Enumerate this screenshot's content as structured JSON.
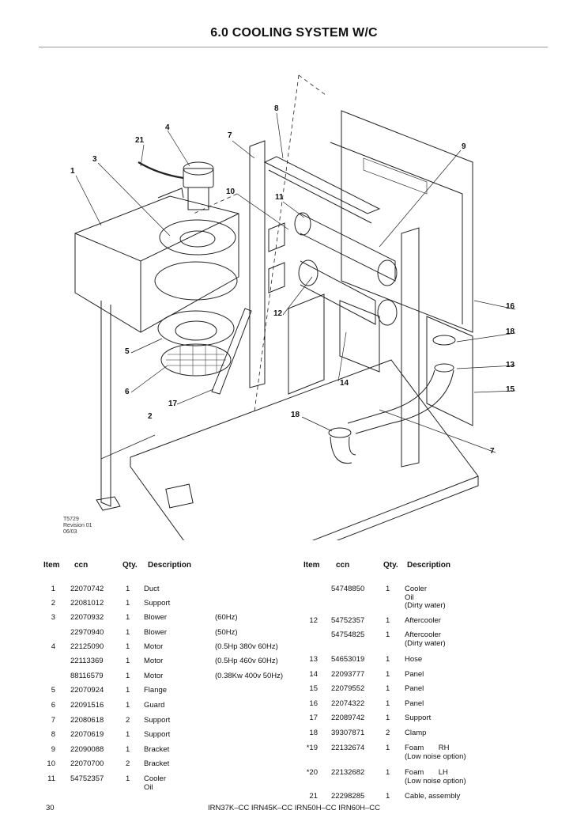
{
  "page": {
    "title": "6.0 COOLING SYSTEM W/C",
    "page_number": "30",
    "models": "IRN37K–CC   IRN45K–CC  IRN50H–CC  IRN60H–CC"
  },
  "diagram": {
    "ref_code": "T5729",
    "revision": "Revision 01",
    "date": "06/03",
    "callouts": [
      "1",
      "2",
      "3",
      "4",
      "5",
      "6",
      "7",
      "7",
      "8",
      "9",
      "10",
      "11",
      "12",
      "13",
      "14",
      "15",
      "16",
      "17",
      "18",
      "18",
      "21"
    ]
  },
  "table": {
    "headers": {
      "item": "Item",
      "ccn": "ccn",
      "qty": "Qty.",
      "description": "Description"
    },
    "left_rows": [
      {
        "item": "1",
        "ccn": "22070742",
        "qty": "1",
        "description": "Duct",
        "note": ""
      },
      {
        "item": "2",
        "ccn": "22081012",
        "qty": "1",
        "description": "Support",
        "note": ""
      },
      {
        "item": "3",
        "ccn": "22070932",
        "qty": "1",
        "description": "Blower",
        "note": "(60Hz)"
      },
      {
        "item": "",
        "ccn": "22970940",
        "qty": "1",
        "description": "Blower",
        "note": "(50Hz)"
      },
      {
        "item": "4",
        "ccn": "22125090",
        "qty": "1",
        "description": "Motor",
        "note": "(0.5Hp 380v 60Hz)"
      },
      {
        "item": "",
        "ccn": "22113369",
        "qty": "1",
        "description": "Motor",
        "note": "(0.5Hp 460v 60Hz)"
      },
      {
        "item": "",
        "ccn": "88116579",
        "qty": "1",
        "description": "Motor",
        "note": "(0.38Kw 400v 50Hz)"
      },
      {
        "item": "5",
        "ccn": "22070924",
        "qty": "1",
        "description": "Flange",
        "note": ""
      },
      {
        "item": "6",
        "ccn": "22091516",
        "qty": "1",
        "description": "Guard",
        "note": ""
      },
      {
        "item": "7",
        "ccn": "22080618",
        "qty": "2",
        "description": "Support",
        "note": ""
      },
      {
        "item": "8",
        "ccn": "22070619",
        "qty": "1",
        "description": "Support",
        "note": ""
      },
      {
        "item": "9",
        "ccn": "22090088",
        "qty": "1",
        "description": "Bracket",
        "note": ""
      },
      {
        "item": "10",
        "ccn": "22070700",
        "qty": "2",
        "description": "Bracket",
        "note": ""
      },
      {
        "item": "11",
        "ccn": "54752357",
        "qty": "1",
        "description": "Cooler\nOil",
        "note": ""
      }
    ],
    "right_rows": [
      {
        "item": "",
        "ccn": "54748850",
        "qty": "1",
        "description": "Cooler\nOil\n(Dirty water)"
      },
      {
        "item": "12",
        "ccn": "54752357",
        "qty": "1",
        "description": "Aftercooler"
      },
      {
        "item": "",
        "ccn": "54754825",
        "qty": "1",
        "description": "Aftercooler\n(Dirty water)"
      },
      {
        "item": "13",
        "ccn": "54653019",
        "qty": "1",
        "description": "Hose"
      },
      {
        "item": "14",
        "ccn": "22093777",
        "qty": "1",
        "description": "Panel"
      },
      {
        "item": "15",
        "ccn": "22079552",
        "qty": "1",
        "description": "Panel"
      },
      {
        "item": "16",
        "ccn": "22074322",
        "qty": "1",
        "description": "Panel"
      },
      {
        "item": "17",
        "ccn": "22089742",
        "qty": "1",
        "description": "Support"
      },
      {
        "item": "18",
        "ccn": "39307871",
        "qty": "2",
        "description": "Clamp"
      },
      {
        "item": "*19",
        "ccn": "22132674",
        "qty": "1",
        "description": "Foam       RH\n(Low noise option)"
      },
      {
        "item": "*20",
        "ccn": "22132682",
        "qty": "1",
        "description": "Foam       LH\n(Low noise option)"
      },
      {
        "item": "21",
        "ccn": "22298285",
        "qty": "1",
        "description": "Cable, assembly"
      }
    ]
  }
}
